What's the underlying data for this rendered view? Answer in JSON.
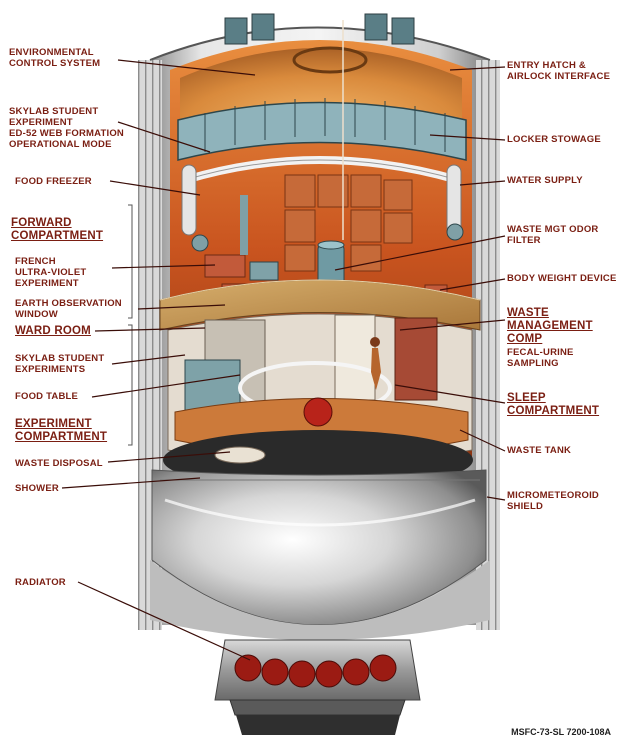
{
  "labels_left": [
    {
      "id": "environmental-control-system",
      "text": "ENVIRONMENTAL\nCONTROL SYSTEM",
      "style": "small"
    },
    {
      "id": "skylab-student-experiment-ed52",
      "text": "SKYLAB STUDENT\nEXPERIMENT\nED-52 WEB FORMATION\nOPERATIONAL MODE",
      "style": "small"
    },
    {
      "id": "food-freezer",
      "text": "FOOD FREEZER",
      "style": "small"
    },
    {
      "id": "forward-compartment",
      "text": "FORWARD\nCOMPARTMENT",
      "style": "big"
    },
    {
      "id": "french-ultra-violet-experiment",
      "text": "FRENCH\nULTRA-VIOLET\nEXPERIMENT",
      "style": "small"
    },
    {
      "id": "earth-observation-window",
      "text": "EARTH OBSERVATION\nWINDOW",
      "style": "small"
    },
    {
      "id": "ward-room",
      "text": "WARD ROOM",
      "style": "big"
    },
    {
      "id": "skylab-student-experiments",
      "text": "SKYLAB STUDENT\nEXPERIMENTS",
      "style": "small"
    },
    {
      "id": "food-table",
      "text": "FOOD TABLE",
      "style": "small"
    },
    {
      "id": "experiment-compartment",
      "text": "EXPERIMENT\nCOMPARTMENT",
      "style": "big"
    },
    {
      "id": "waste-disposal",
      "text": "WASTE DISPOSAL",
      "style": "small"
    },
    {
      "id": "shower",
      "text": "SHOWER",
      "style": "small"
    },
    {
      "id": "radiator",
      "text": "RADIATOR",
      "style": "small"
    }
  ],
  "labels_right": [
    {
      "id": "entry-hatch-airlock-interface",
      "text": "ENTRY HATCH &\nAIRLOCK INTERFACE",
      "style": "small"
    },
    {
      "id": "locker-stowage",
      "text": "LOCKER STOWAGE",
      "style": "small"
    },
    {
      "id": "water-supply",
      "text": "WATER SUPPLY",
      "style": "small"
    },
    {
      "id": "waste-mgt-odor-filter",
      "text": "WASTE MGT ODOR\nFILTER",
      "style": "small"
    },
    {
      "id": "body-weight-device",
      "text": "BODY WEIGHT DEVICE",
      "style": "small"
    },
    {
      "id": "waste-management-comp",
      "text": "WASTE\nMANAGEMENT\nCOMP",
      "style": "big"
    },
    {
      "id": "fecal-urine-sampling",
      "text": "FECAL-URINE\nSAMPLING",
      "style": "small"
    },
    {
      "id": "sleep-compartment",
      "text": "SLEEP\nCOMPARTMENT",
      "style": "big"
    },
    {
      "id": "waste-tank",
      "text": "WASTE TANK",
      "style": "small"
    },
    {
      "id": "micrometeoroid-shield",
      "text": "MICROMETEOROID\nSHIELD",
      "style": "small"
    }
  ],
  "caption": "MSFC-73-SL 7200-108A",
  "colors": {
    "label_text": "#7a1e12",
    "leader_line": "#3a0d08",
    "hull_silver": "#c9c9c9",
    "interior_orange": "#d9672a",
    "floor_tan": "#c89a5a",
    "tank_silver": "#b5b5b5"
  }
}
